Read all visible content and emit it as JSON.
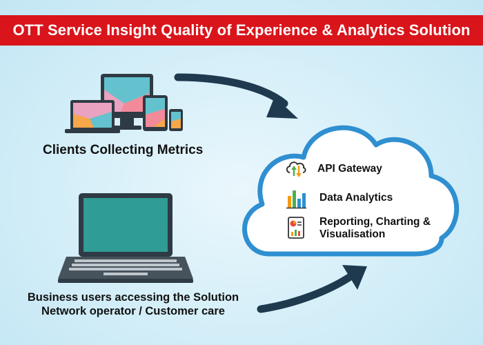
{
  "banner": {
    "title": "OTT Service Insight Quality of Experience & Analytics Solution"
  },
  "clients": {
    "caption": "Clients Collecting Metrics"
  },
  "business": {
    "caption_line1": "Business users accessing the Solution",
    "caption_line2": "Network operator / Customer care"
  },
  "cloud": {
    "services": [
      {
        "label": "API Gateway",
        "icon": "api-gateway-icon"
      },
      {
        "label": "Data Analytics",
        "icon": "bar-chart-icon"
      },
      {
        "label_line1": "Reporting, Charting &",
        "label_line2": "Visualisation",
        "icon": "report-icon"
      }
    ]
  },
  "colors": {
    "banner": "#d9141b",
    "cloud_outline": "#2f8fd0",
    "arrow": "#1f3a4f",
    "device_body": "#2e3a44",
    "laptop_screen": "#2f9c95"
  }
}
